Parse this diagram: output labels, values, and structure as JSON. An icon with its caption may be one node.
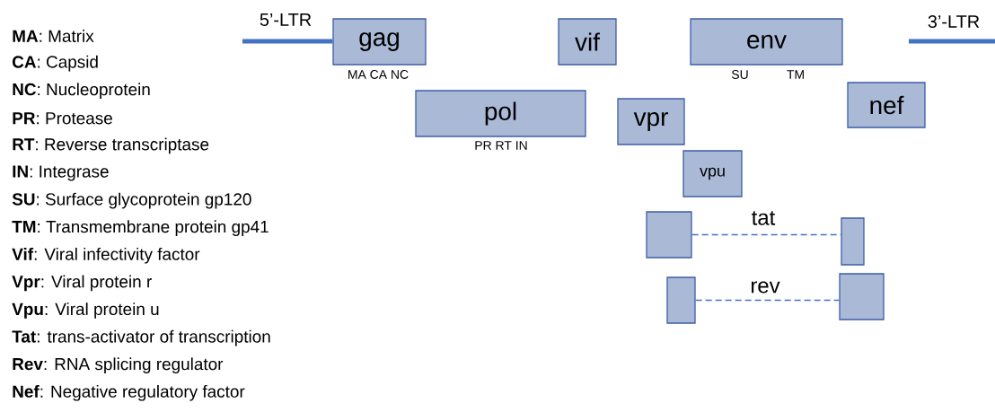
{
  "diagram": {
    "nodes": [
      {
        "text": [
          "gag"
        ],
        "beside": [
          "MA CA NC"
        ]
      },
      {
        "text": [
          "vif"
        ]
      },
      {
        "text": [
          "env"
        ],
        "beside": [
          "SU",
          "TM"
        ]
      },
      {
        "text": [
          "pol"
        ],
        "beside": [
          "PR RT IN"
        ]
      },
      {
        "text": [
          "vpr"
        ]
      },
      {
        "text": [
          "nef"
        ]
      },
      {
        "text": [
          "vpu"
        ]
      },
      {
        "text": [],
        "shape": "box"
      },
      {
        "text": [],
        "shape": "box"
      },
      {
        "text": [],
        "shape": "box"
      },
      {
        "text": [],
        "shape": "box"
      }
    ],
    "edges": [
      {
        "from": null,
        "to": 0,
        "arrow": "none",
        "label": "5’-LTR",
        "style": "thick"
      },
      {
        "from": 7,
        "to": 8,
        "arrow": "none",
        "label": "tat",
        "style": "dashed"
      },
      {
        "from": 9,
        "to": 10,
        "arrow": "none",
        "label": "rev",
        "style": "dashed"
      }
    ],
    "labels": [
      "**MA**: Matrix",
      "**CA**: Capsid",
      "**NC**: Nucleoprotein",
      "**PR**: Protease",
      "**RT**: Reverse transcriptase",
      "**IN**: Integrase",
      "**SU**: Surface glycoprotein gp120",
      "**TM**: Transmembrane protein gp41",
      "**Vif**: Viral infectivity factor",
      "**Vpr**: Viral protein r",
      "**Vpu**: Viral protein u",
      "**Tat**: trans-activator of transcription",
      "**Rev**: RNA splicing regulator",
      "**Nef**: Negative regulatory factor",
      "3’-LTR"
    ]
  }
}
